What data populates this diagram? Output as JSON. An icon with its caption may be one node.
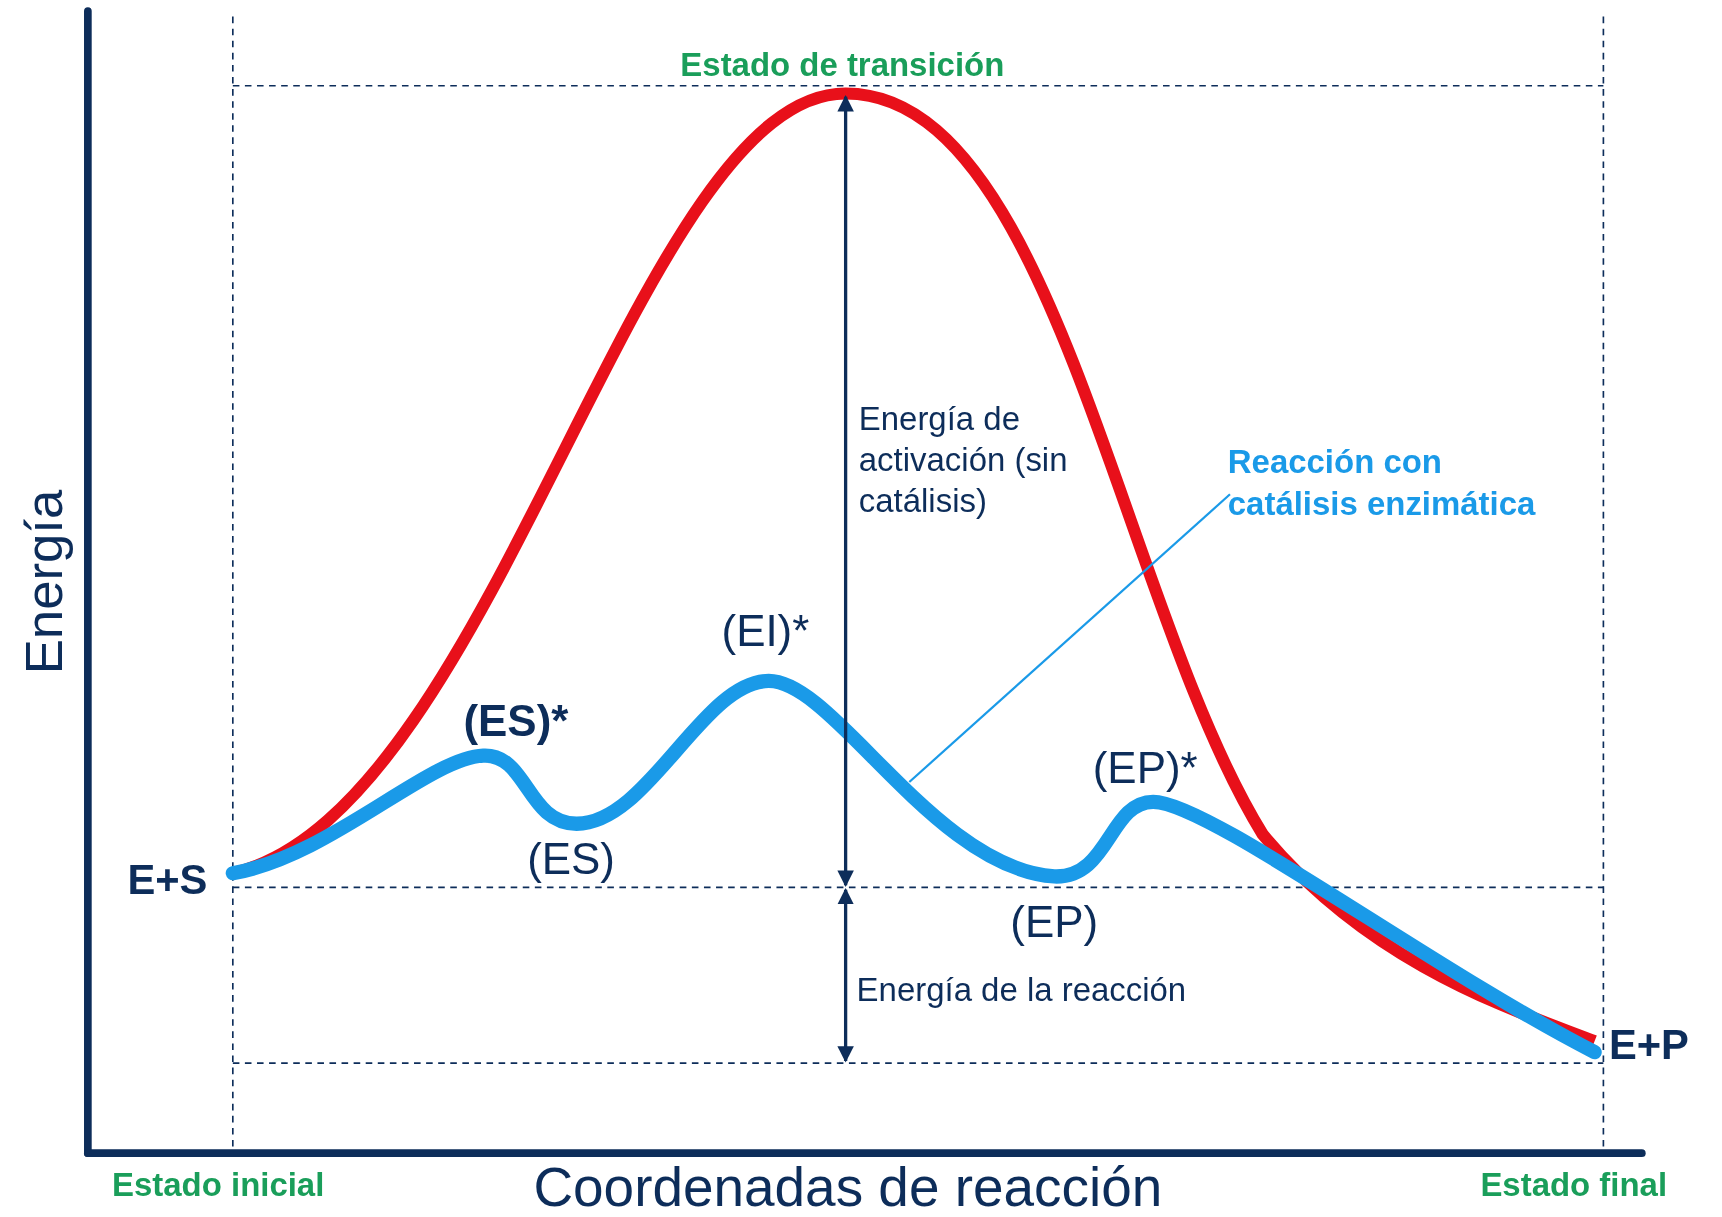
{
  "diagram": {
    "nodes": [
      {
        "text": [
          "Reacción con catálisis enzimática"
        ]
      },
      {
        "text": [],
        "shape": "line"
      }
    ],
    "edges": [
      {
        "from": 0,
        "to": 1,
        "arrow": "none"
      }
    ],
    "labels": [
      "Estado de transición",
      "Energía de activación (sin catálisis)",
      "(EI)*",
      "(ES)*",
      "(EP)*",
      "E+S",
      "(ES)",
      "(EP)",
      "Energía de la reacción",
      "E+P",
      "Energía",
      "Estado inicial",
      "Coordenadas de reacción",
      "Estado final"
    ]
  }
}
